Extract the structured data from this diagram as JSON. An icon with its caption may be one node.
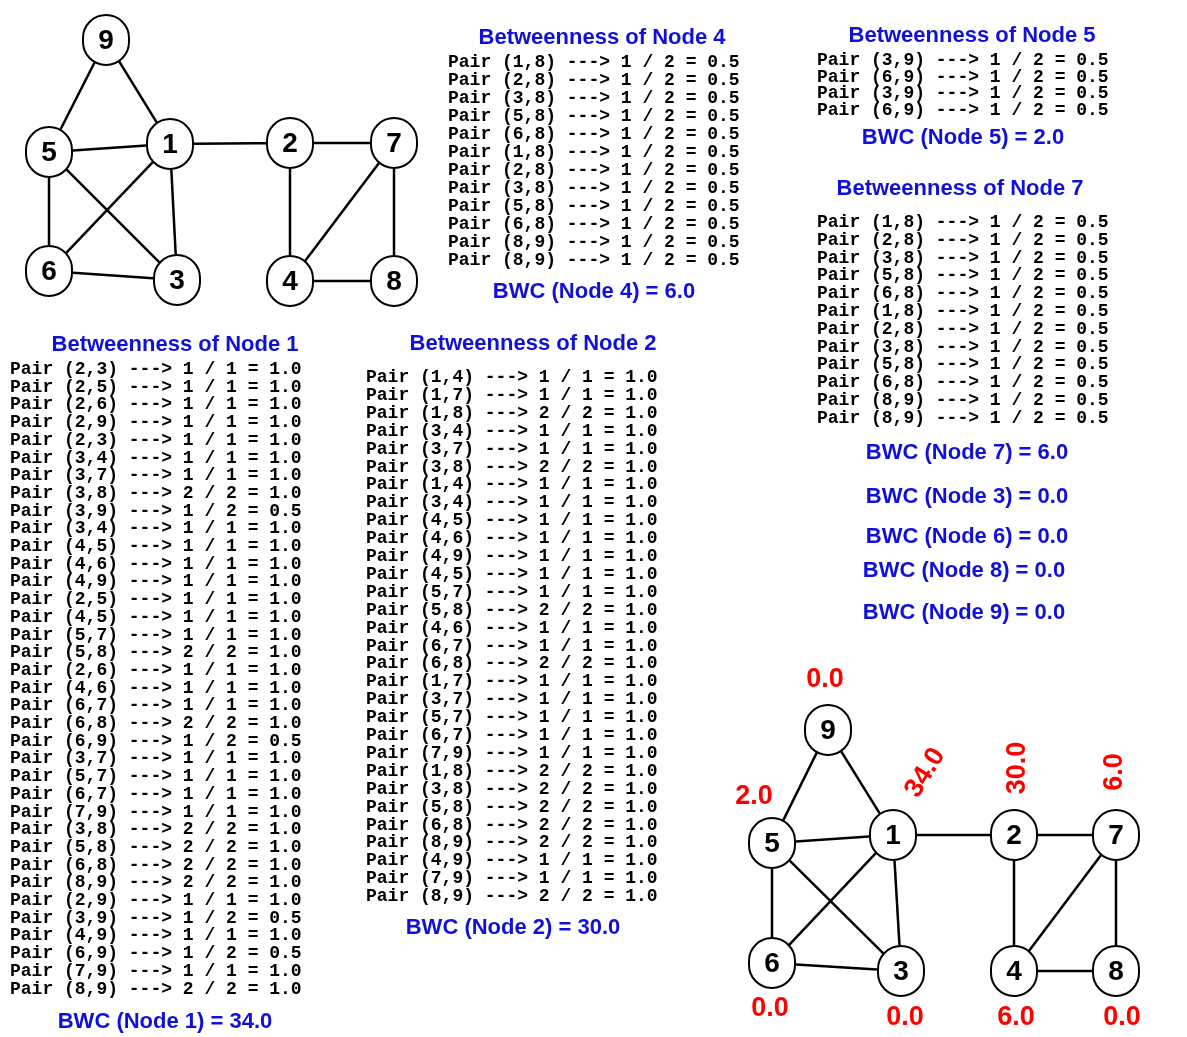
{
  "diagram": {
    "nodes": [
      {
        "text": [
          "9"
        ]
      },
      {
        "text": [
          "5"
        ]
      },
      {
        "text": [
          "1"
        ]
      },
      {
        "text": [
          "2"
        ]
      },
      {
        "text": [
          "7"
        ]
      },
      {
        "text": [
          "6"
        ]
      },
      {
        "text": [
          "3"
        ]
      },
      {
        "text": [
          "4"
        ]
      },
      {
        "text": [
          "8"
        ]
      },
      {
        "text": [
          "9"
        ],
        "beside": [
          "0.0"
        ]
      },
      {
        "text": [
          "5"
        ],
        "beside": [
          "2.0"
        ]
      },
      {
        "text": [
          "1"
        ],
        "beside": [
          "34.0"
        ]
      },
      {
        "text": [
          "2"
        ],
        "beside": [
          "30.0"
        ]
      },
      {
        "text": [
          "7"
        ],
        "beside": [
          "6.0"
        ]
      },
      {
        "text": [
          "6"
        ],
        "beside": [
          "0.0"
        ]
      },
      {
        "text": [
          "3"
        ],
        "beside": [
          "0.0"
        ]
      },
      {
        "text": [
          "4"
        ],
        "beside": [
          "6.0"
        ]
      },
      {
        "text": [
          "8"
        ],
        "beside": [
          "0.0"
        ]
      }
    ],
    "edges": [
      {
        "from": 0,
        "to": 1,
        "arrow": "none"
      },
      {
        "from": 0,
        "to": 2,
        "arrow": "none"
      },
      {
        "from": 1,
        "to": 2,
        "arrow": "none"
      },
      {
        "from": 2,
        "to": 3,
        "arrow": "none"
      },
      {
        "from": 3,
        "to": 4,
        "arrow": "none"
      },
      {
        "from": 1,
        "to": 5,
        "arrow": "none"
      },
      {
        "from": 1,
        "to": 6,
        "arrow": "none"
      },
      {
        "from": 2,
        "to": 5,
        "arrow": "none"
      },
      {
        "from": 2,
        "to": 6,
        "arrow": "none"
      },
      {
        "from": 3,
        "to": 7,
        "arrow": "none"
      },
      {
        "from": 7,
        "to": 4,
        "arrow": "none"
      },
      {
        "from": 4,
        "to": 8,
        "arrow": "none"
      },
      {
        "from": 5,
        "to": 6,
        "arrow": "none"
      },
      {
        "from": 7,
        "to": 8,
        "arrow": "none"
      },
      {
        "from": 9,
        "to": 10,
        "arrow": "none"
      },
      {
        "from": 9,
        "to": 11,
        "arrow": "none"
      },
      {
        "from": 10,
        "to": 11,
        "arrow": "none"
      },
      {
        "from": 11,
        "to": 12,
        "arrow": "none"
      },
      {
        "from": 12,
        "to": 13,
        "arrow": "none"
      },
      {
        "from": 10,
        "to": 14,
        "arrow": "none"
      },
      {
        "from": 10,
        "to": 15,
        "arrow": "none"
      },
      {
        "from": 11,
        "to": 14,
        "arrow": "none"
      },
      {
        "from": 11,
        "to": 15,
        "arrow": "none"
      },
      {
        "from": 12,
        "to": 16,
        "arrow": "none"
      },
      {
        "from": 16,
        "to": 13,
        "arrow": "none"
      },
      {
        "from": 13,
        "to": 17,
        "arrow": "none"
      },
      {
        "from": 14,
        "to": 15,
        "arrow": "none"
      },
      {
        "from": 16,
        "to": 17,
        "arrow": "none"
      }
    ],
    "labels": [
      "Betweenness of Node 4",
      "Pair (1,8) ---> 1 / 2 = 0.5",
      "Pair (2,8) ---> 1 / 2 = 0.5",
      "Pair (3,8) ---> 1 / 2 = 0.5",
      "Pair (5,8) ---> 1 / 2 = 0.5",
      "Pair (6,8) ---> 1 / 2 = 0.5",
      "Pair (1,8) ---> 1 / 2 = 0.5",
      "Pair (2,8) ---> 1 / 2 = 0.5",
      "Pair (3,8) ---> 1 / 2 = 0.5",
      "Pair (5,8) ---> 1 / 2 = 0.5",
      "Pair (6,8) ---> 1 / 2 = 0.5",
      "Pair (8,9) ---> 1 / 2 = 0.5",
      "Pair (8,9) ---> 1 / 2 = 0.5",
      "BWC (Node 4) = 6.0",
      "Betweenness of Node 5",
      "Pair (3,9) ---> 1 / 2 = 0.5",
      "Pair (6,9) ---> 1 / 2 = 0.5",
      "Pair (3,9) ---> 1 / 2 = 0.5",
      "Pair (6,9) ---> 1 / 2 = 0.5",
      "BWC (Node 5) = 2.0",
      "Betweenness of Node 7",
      "Pair (1,8) ---> 1 / 2 = 0.5",
      "Pair (2,8) ---> 1 / 2 = 0.5",
      "Pair (3,8) ---> 1 / 2 = 0.5",
      "Pair (5,8) ---> 1 / 2 = 0.5",
      "Pair (6,8) ---> 1 / 2 = 0.5",
      "Pair (1,8) ---> 1 / 2 = 0.5",
      "Pair (2,8) ---> 1 / 2 = 0.5",
      "Pair (3,8) ---> 1 / 2 = 0.5",
      "Pair (5,8) ---> 1 / 2 = 0.5",
      "Pair (6,8) ---> 1 / 2 = 0.5",
      "Pair (8,9) ---> 1 / 2 = 0.5",
      "Pair (8,9) ---> 1 / 2 = 0.5",
      "BWC (Node 7) = 6.0",
      "BWC (Node 3) = 0.0",
      "BWC (Node 6) = 0.0",
      "BWC (Node 8) = 0.0",
      "BWC (Node 9) = 0.0",
      "Betweenness of Node 1",
      "Pair (2,3) ---> 1 / 1 = 1.0",
      "Pair (2,5) ---> 1 / 1 = 1.0",
      "Pair (2,6) ---> 1 / 1 = 1.0",
      "Pair (2,9) ---> 1 / 1 = 1.0",
      "Pair (2,3) ---> 1 / 1 = 1.0",
      "Pair (3,4) ---> 1 / 1 = 1.0",
      "Pair (3,7) ---> 1 / 1 = 1.0",
      "Pair (3,8) ---> 2 / 2 = 1.0",
      "Pair (3,9) ---> 1 / 2 = 0.5",
      "Pair (3,4) ---> 1 / 1 = 1.0",
      "Pair (4,5) ---> 1 / 1 = 1.0",
      "Pair (4,6) ---> 1 / 1 = 1.0",
      "Pair (4,9) ---> 1 / 1 = 1.0",
      "Pair (2,5) ---> 1 / 1 = 1.0",
      "Pair (4,5) ---> 1 / 1 = 1.0",
      "Pair (5,7) ---> 1 / 1 = 1.0",
      "Pair (5,8) ---> 2 / 2 = 1.0",
      "Pair (2,6) ---> 1 / 1 = 1.0",
      "Pair (4,6) ---> 1 / 1 = 1.0",
      "Pair (6,7) ---> 1 / 1 = 1.0",
      "Pair (6,8) ---> 2 / 2 = 1.0",
      "Pair (6,9) ---> 1 / 2 = 0.5",
      "Pair (3,7) ---> 1 / 1 = 1.0",
      "Pair (5,7) ---> 1 / 1 = 1.0",
      "Pair (6,7) ---> 1 / 1 = 1.0",
      "Pair (7,9) ---> 1 / 1 = 1.0",
      "Pair (3,8) ---> 2 / 2 = 1.0",
      "Pair (5,8) ---> 2 / 2 = 1.0",
      "Pair (6,8) ---> 2 / 2 = 1.0",
      "Pair (8,9) ---> 2 / 2 = 1.0",
      "Pair (2,9) ---> 1 / 1 = 1.0",
      "Pair (3,9) ---> 1 / 2 = 0.5",
      "Pair (4,9) ---> 1 / 1 = 1.0",
      "Pair (6,9) ---> 1 / 2 = 0.5",
      "Pair (7,9) ---> 1 / 1 = 1.0",
      "Pair (8,9) ---> 2 / 2 = 1.0",
      "BWC (Node 1) = 34.0",
      "Betweenness of Node 2",
      "Pair (1,4) ---> 1 / 1 = 1.0",
      "Pair (1,7) ---> 1 / 1 = 1.0",
      "Pair (1,8) ---> 2 / 2 = 1.0",
      "Pair (3,4) ---> 1 / 1 = 1.0",
      "Pair (3,7) ---> 1 / 1 = 1.0",
      "Pair (3,8) ---> 2 / 2 = 1.0",
      "Pair (1,4) ---> 1 / 1 = 1.0",
      "Pair (3,4) ---> 1 / 1 = 1.0",
      "Pair (4,5) ---> 1 / 1 = 1.0",
      "Pair (4,6) ---> 1 / 1 = 1.0",
      "Pair (4,9) ---> 1 / 1 = 1.0",
      "Pair (4,5) ---> 1 / 1 = 1.0",
      "Pair (5,7) ---> 1 / 1 = 1.0",
      "Pair (5,8) ---> 2 / 2 = 1.0",
      "Pair (4,6) ---> 1 / 1 = 1.0",
      "Pair (6,7) ---> 1 / 1 = 1.0",
      "Pair (6,8) ---> 2 / 2 = 1.0",
      "Pair (1,7) ---> 1 / 1 = 1.0",
      "Pair (3,7) ---> 1 / 1 = 1.0",
      "Pair (5,7) ---> 1 / 1 = 1.0",
      "Pair (6,7) ---> 1 / 1 = 1.0",
      "Pair (7,9) ---> 1 / 1 = 1.0",
      "Pair (1,8) ---> 2 / 2 = 1.0",
      "Pair (3,8) ---> 2 / 2 = 1.0",
      "Pair (5,8) ---> 2 / 2 = 1.0",
      "Pair (6,8) ---> 2 / 2 = 1.0",
      "Pair (8,9) ---> 2 / 2 = 1.0",
      "Pair (4,9) ---> 1 / 1 = 1.0",
      "Pair (7,9) ---> 1 / 1 = 1.0",
      "Pair (8,9) ---> 2 / 2 = 1.0",
      "BWC (Node 2) = 30.0"
    ]
  }
}
